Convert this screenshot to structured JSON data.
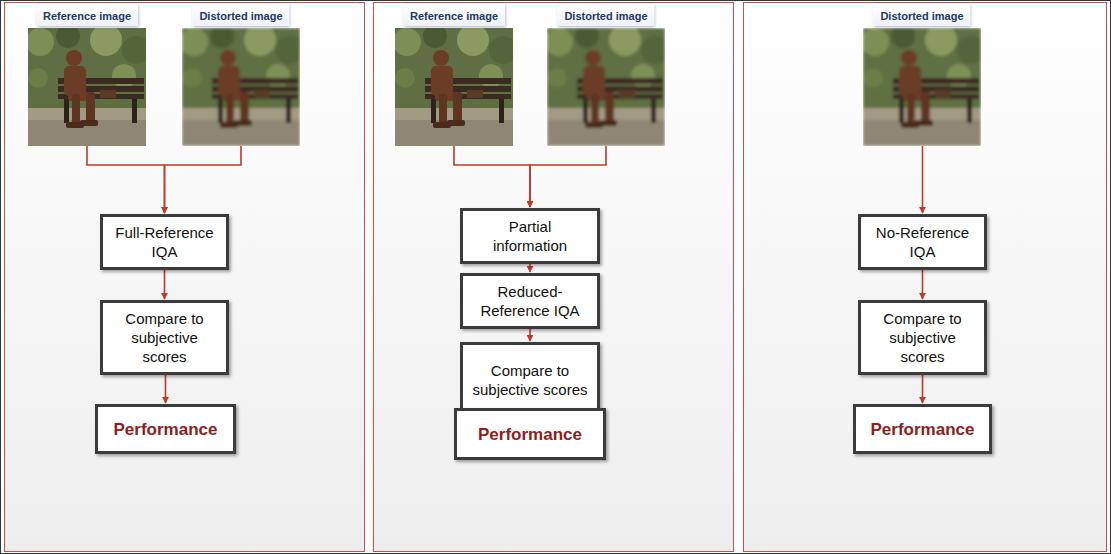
{
  "diagram": {
    "nodes": [
      {
        "text": [
          "Reference image"
        ]
      },
      {
        "text": [
          "Distorted image"
        ]
      },
      {
        "text": [
          "Full-Reference IQA"
        ]
      },
      {
        "text": [
          "Compare to subjective scores"
        ]
      },
      {
        "text": [
          "Performance"
        ]
      },
      {
        "text": [
          "Reference image"
        ]
      },
      {
        "text": [
          "Distorted image"
        ]
      },
      {
        "text": [
          "Partial information"
        ]
      },
      {
        "text": [
          "Reduced-Reference IQA"
        ]
      },
      {
        "text": [
          "Compare to subjective scores"
        ]
      },
      {
        "text": [
          "Performance"
        ]
      },
      {
        "text": [
          "Distorted image"
        ]
      },
      {
        "text": [
          "No-Reference IQA"
        ]
      },
      {
        "text": [
          "Compare to subjective scores"
        ]
      },
      {
        "text": [
          "Performance"
        ]
      }
    ],
    "edges": [
      {
        "from": 0,
        "to": 2,
        "arrow": "to"
      },
      {
        "from": 1,
        "to": 2,
        "arrow": "to"
      },
      {
        "from": 2,
        "to": 3,
        "arrow": "to"
      },
      {
        "from": 3,
        "to": 4,
        "arrow": "to"
      },
      {
        "from": 5,
        "to": 7,
        "arrow": "to"
      },
      {
        "from": 6,
        "to": 7,
        "arrow": "to"
      },
      {
        "from": 7,
        "to": 8,
        "arrow": "to"
      },
      {
        "from": 8,
        "to": 9,
        "arrow": "to"
      },
      {
        "from": 9,
        "to": 10,
        "arrow": "to"
      },
      {
        "from": 11,
        "to": 12,
        "arrow": "to"
      },
      {
        "from": 12,
        "to": 13,
        "arrow": "to"
      },
      {
        "from": 13,
        "to": 14,
        "arrow": "to"
      }
    ]
  }
}
